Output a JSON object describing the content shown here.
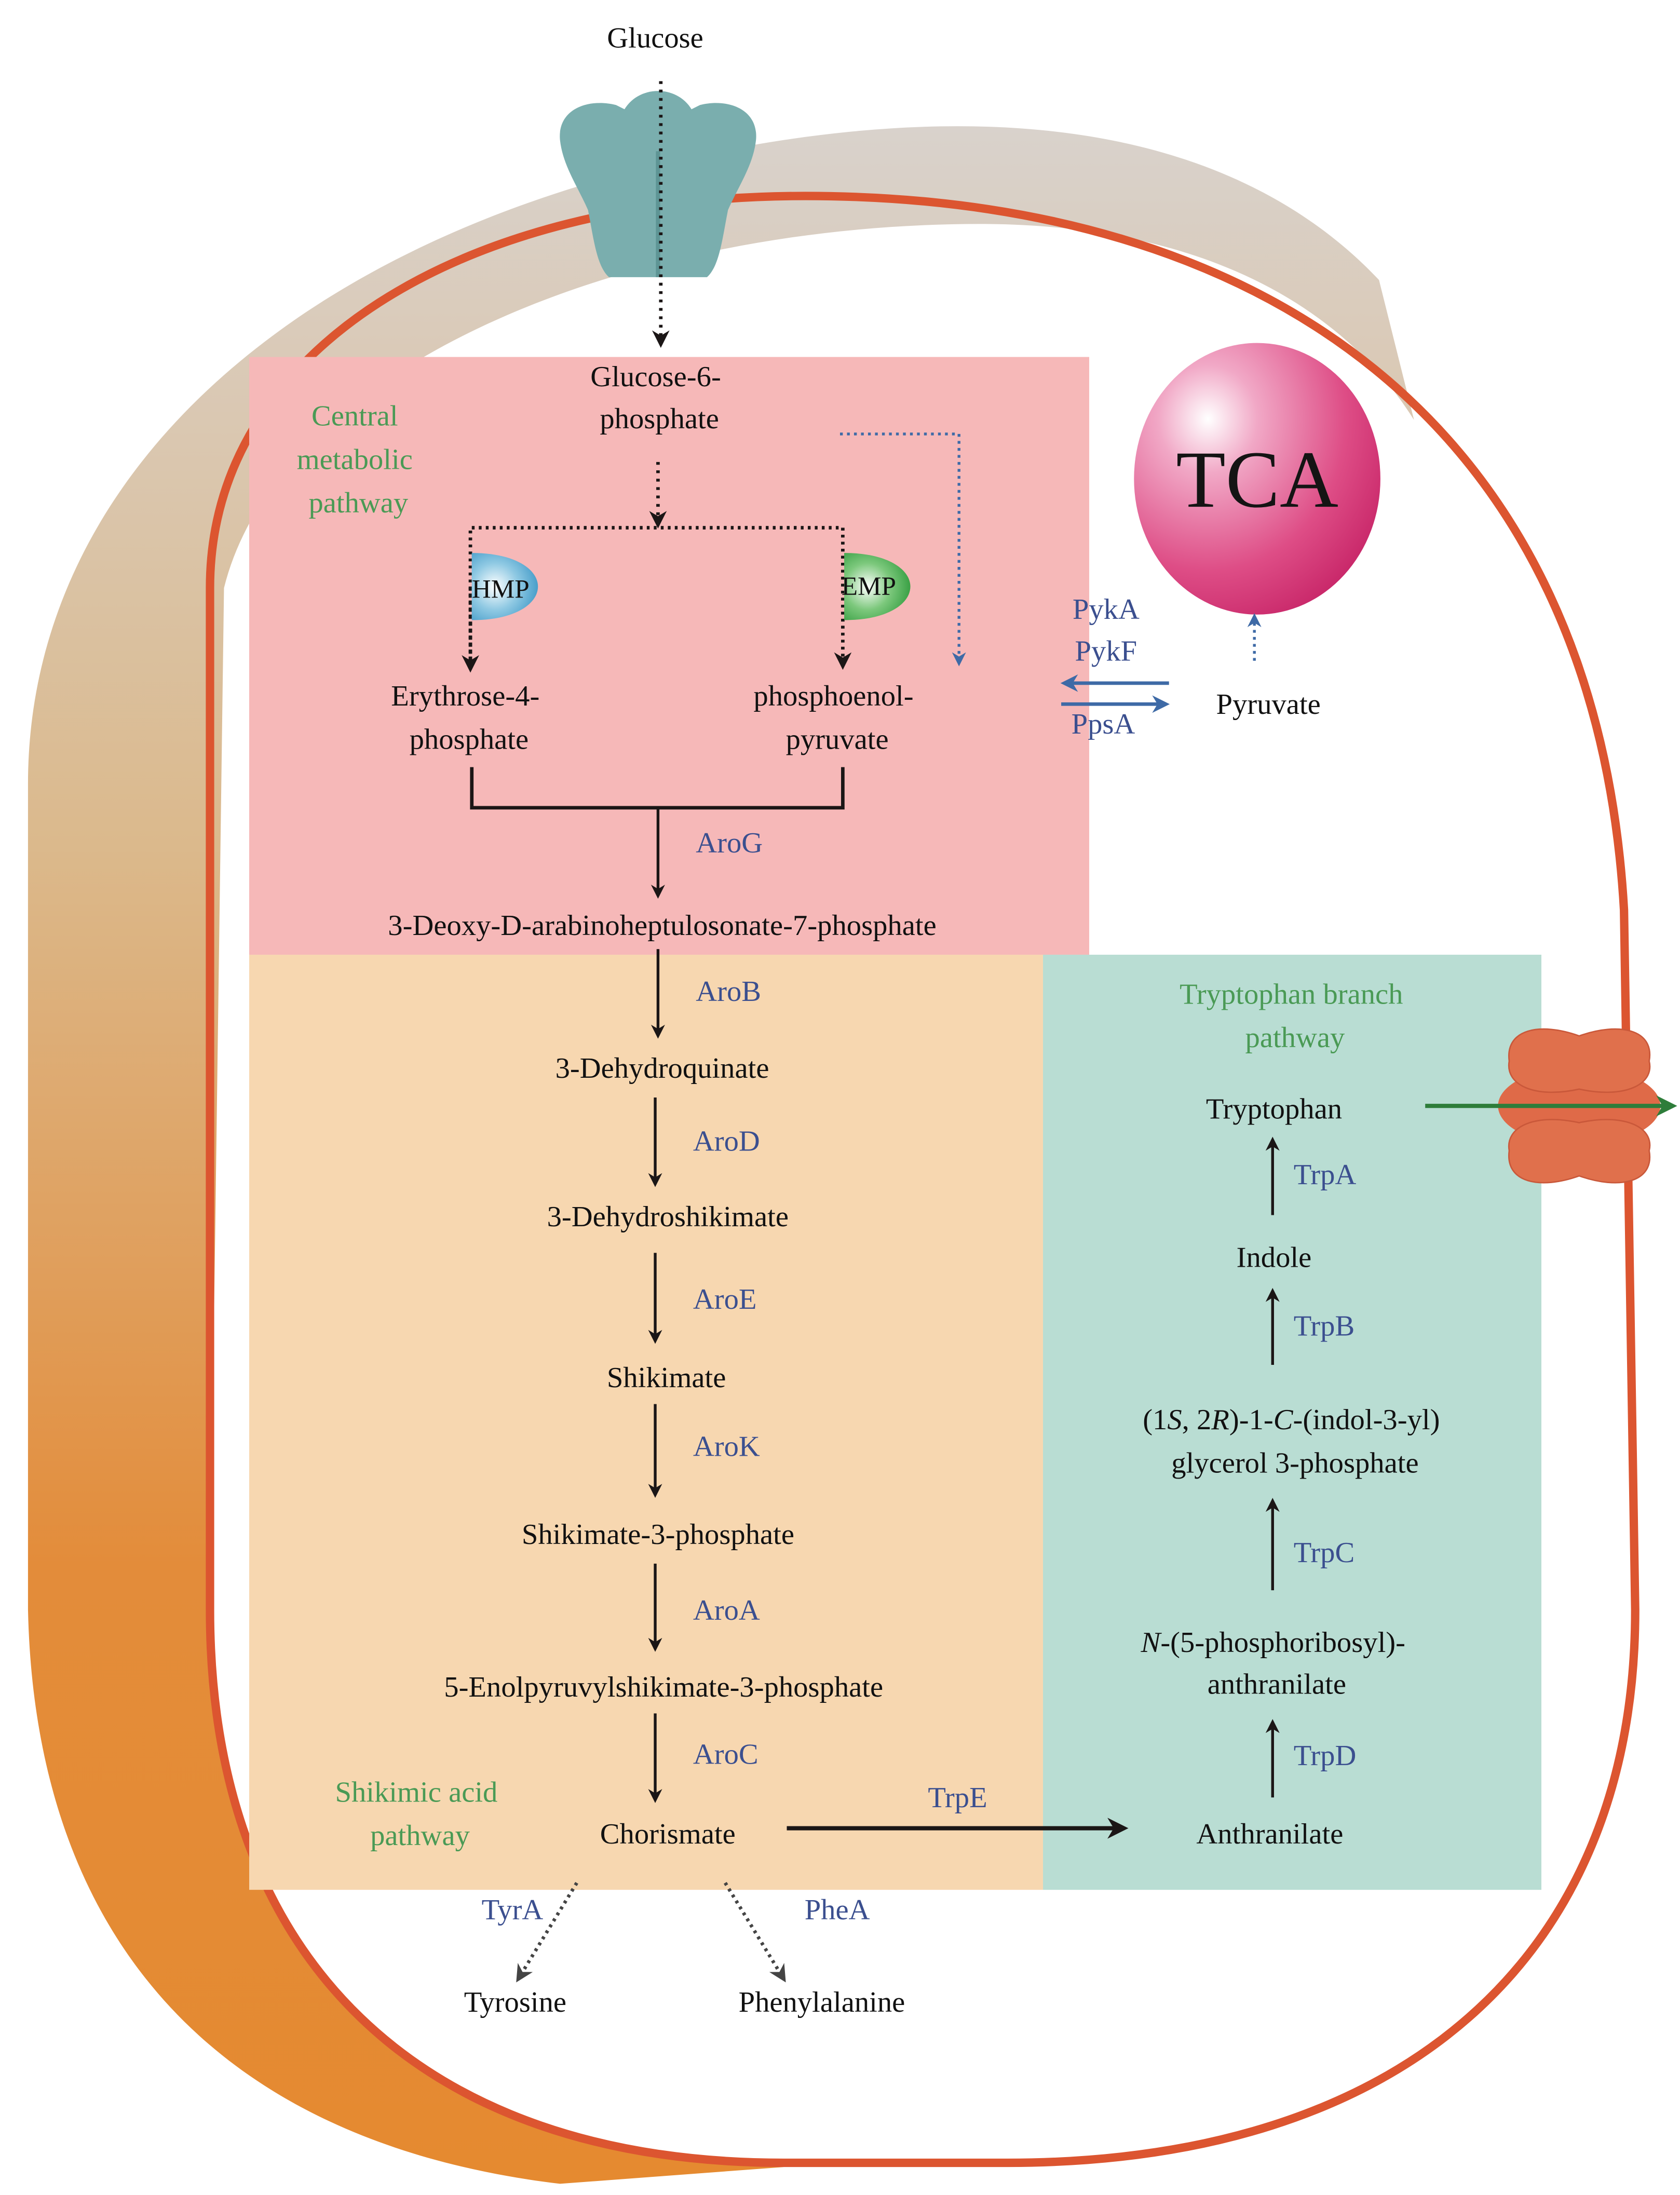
{
  "title": "Tryptophan biosynthesis pathway in a bacterial cell",
  "colors": {
    "central_box": "#f6b8b8",
    "shikimic_box": "#f7d7b0",
    "tryptophan_box": "#b9ddd3",
    "enzyme_text": "#3b4f8f",
    "region_text": "#4a9a55",
    "membrane": "#dc5530",
    "tca": "#d93a78",
    "transporter_glucose": "#7aaeae",
    "transporter_trp": "#df6a48",
    "export_arrow": "#2e7d3a"
  },
  "regions": {
    "central": [
      "Central",
      "metabolic",
      "pathway"
    ],
    "shikimic": [
      "Shikimic acid",
      "pathway"
    ],
    "tryptophan": [
      "Tryptophan branch",
      "pathway"
    ]
  },
  "metabolites": {
    "glucose": "Glucose",
    "g6p": [
      "Glucose-6-",
      "phosphate"
    ],
    "e4p": [
      "Erythrose-4-",
      "phosphate"
    ],
    "pep": [
      "phosphoenol-",
      "pyruvate"
    ],
    "pyruvate": "Pyruvate",
    "dahp": "3-Deoxy-D-arabinoheptulosonate-7-phosphate",
    "dhq": "3-Dehydroquinate",
    "dhs": "3-Dehydroshikimate",
    "shikimate": "Shikimate",
    "s3p": "Shikimate-3-phosphate",
    "epsp": "5-Enolpyruvylshikimate-3-phosphate",
    "chorismate": "Chorismate",
    "tyrosine": "Tyrosine",
    "phenylalanine": "Phenylalanine",
    "anthranilate": "Anthranilate",
    "prpa_line1_italic": "N",
    "prpa_line1_rest": "-(5-phosphoribosyl)-",
    "prpa_line2": "anthranilate",
    "cdrp_parts": [
      "(1",
      "S",
      ", 2",
      "R",
      ")-1-",
      "C",
      "-(indol-3-yl)"
    ],
    "cdrp_line2": "glycerol 3-phosphate",
    "indole": "Indole",
    "tryptophan": "Tryptophan"
  },
  "pathways": {
    "hmp": "HMP",
    "emp": "EMP",
    "tca": "TCA"
  },
  "enzymes": {
    "pyka": "PykA",
    "pykf": "PykF",
    "ppsa": "PpsA",
    "arog": "AroG",
    "arob": "AroB",
    "arod": "AroD",
    "aroe": "AroE",
    "arok": "AroK",
    "aroa": "AroA",
    "aroc": "AroC",
    "tyra": "TyrA",
    "phea": "PheA",
    "trpe": "TrpE",
    "trpd": "TrpD",
    "trpc": "TrpC",
    "trpb": "TrpB",
    "trpa": "TrpA"
  }
}
